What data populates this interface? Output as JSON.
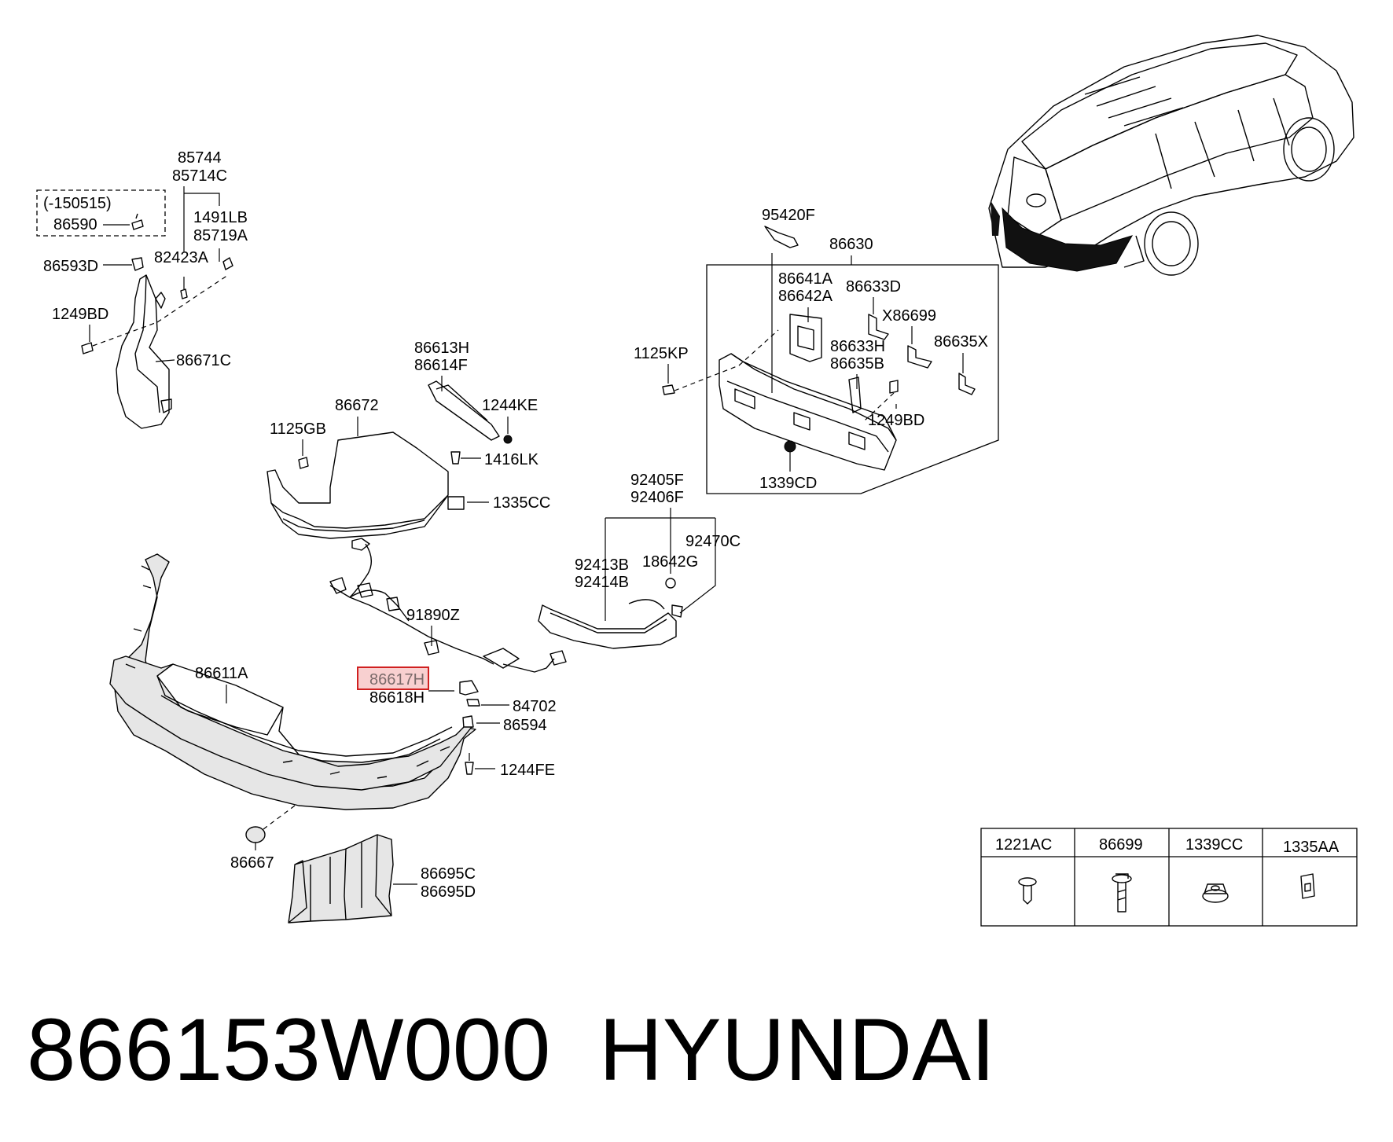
{
  "diagram": {
    "part_labels": {
      "p85744": "85744",
      "p85714C": "85714C",
      "p150515": "(-150515)",
      "p86590": "86590",
      "p1491LB": "1491LB",
      "p85719A": "85719A",
      "p86593D": "86593D",
      "p82423A": "82423A",
      "p1249BD_a": "1249BD",
      "p86671C": "86671C",
      "p86613H": "86613H",
      "p86614F": "86614F",
      "p1244KE": "1244KE",
      "p86672": "86672",
      "p1125GB": "1125GB",
      "p1416LK": "1416LK",
      "p1335CC": "1335CC",
      "p95420F": "95420F",
      "p86630": "86630",
      "p86641A": "86641A",
      "p86642A": "86642A",
      "p86633D": "86633D",
      "pX86699": "X86699",
      "p1125KP": "1125KP",
      "p86633H": "86633H",
      "p86635B": "86635B",
      "p86635X": "86635X",
      "p1249BD_b": "1249BD",
      "p1339CD": "1339CD",
      "p92405F": "92405F",
      "p92406F": "92406F",
      "p92470C": "92470C",
      "p92413B": "92413B",
      "p92414B": "92414B",
      "p18642G": "18642G",
      "p91890Z": "91890Z",
      "p86611A": "86611A",
      "p86617H": "86617H",
      "p86618H": "86618H",
      "p84702": "84702",
      "p86594": "86594",
      "p1244FE": "1244FE",
      "p86667": "86667",
      "p86695C": "86695C",
      "p86695D": "86695D"
    },
    "highlighted_part": "86617H",
    "fastener_table": {
      "headers": [
        "1221AC",
        "86699",
        "1339CC",
        "1335AA"
      ]
    }
  },
  "caption": {
    "part_number": "866153W000",
    "brand": "HYUNDAI"
  },
  "colors": {
    "highlight_fill": "#f8d0d0",
    "highlight_stroke": "#d02020",
    "line": "#000000",
    "background": "#ffffff"
  }
}
